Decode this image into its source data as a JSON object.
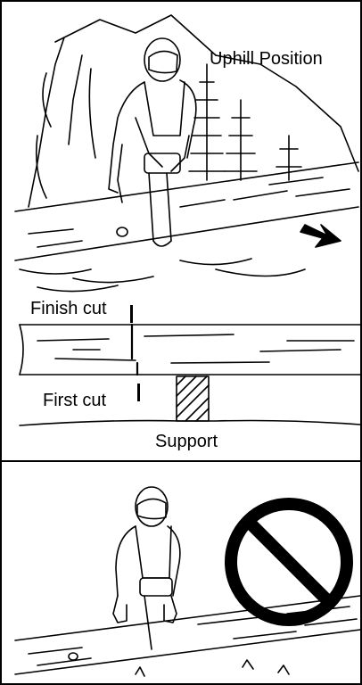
{
  "top_panel": {
    "title": "Uphill Position",
    "finish_cut_label": "Finish cut",
    "first_cut_label": "First cut",
    "support_label": "Support"
  },
  "bottom_panel": {
    "prohibition_icon": "prohibition-icon"
  }
}
